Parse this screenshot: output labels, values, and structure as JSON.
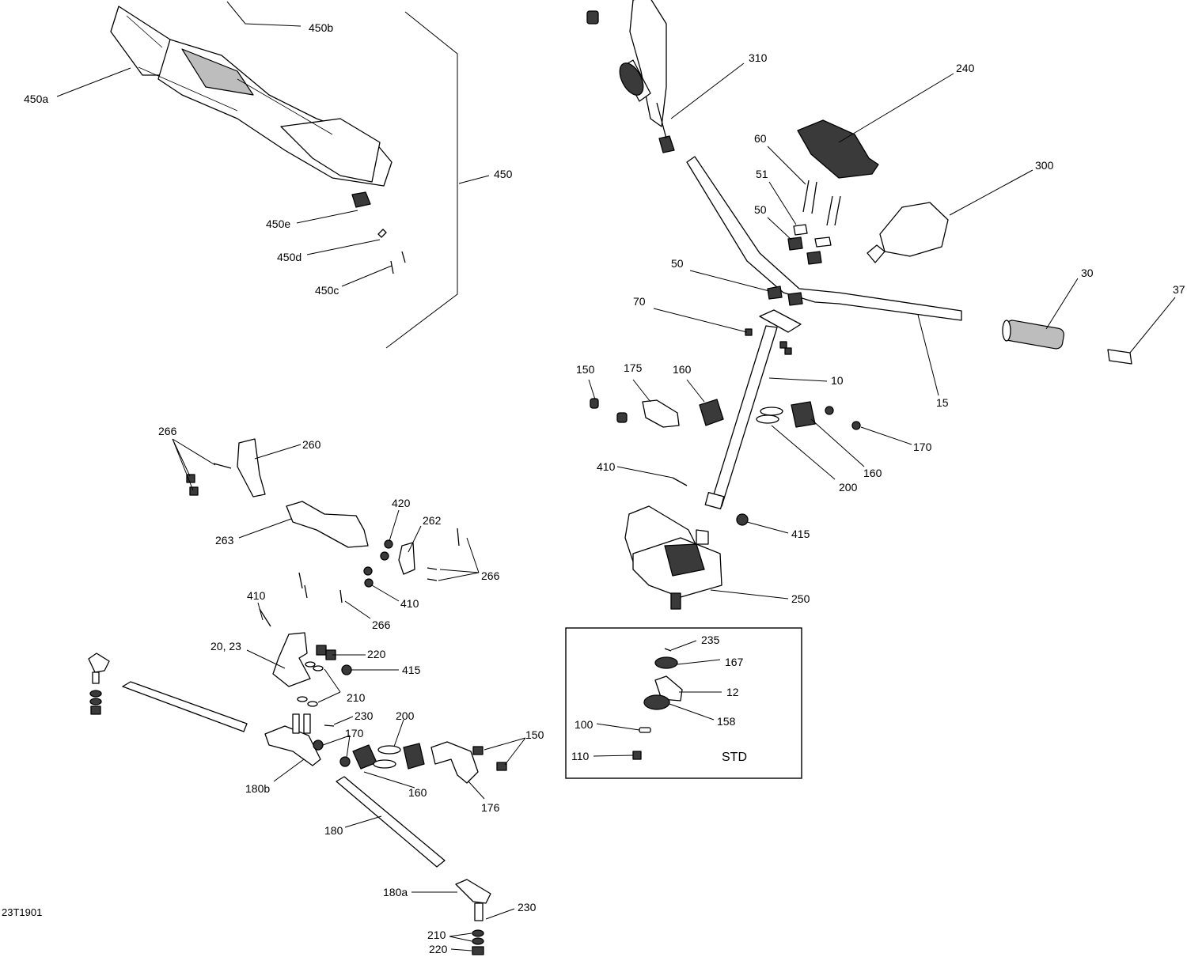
{
  "drawing_number": "23T1901",
  "callouts": {
    "c450b": "450b",
    "c450a": "450a",
    "c450": "450",
    "c450e": "450e",
    "c450d": "450d",
    "c450c": "450c",
    "c310": "310",
    "c240": "240",
    "c60": "60",
    "c51": "51",
    "c300": "300",
    "c50a": "50",
    "c50b": "50",
    "c30": "30",
    "c37": "37",
    "c70": "70",
    "c150a": "150",
    "c175": "175",
    "c160a": "160",
    "c10": "10",
    "c15": "15",
    "c170a": "170",
    "c160b": "160",
    "c200a": "200",
    "c410a": "410",
    "c415a": "415",
    "c250": "250",
    "c235": "235",
    "c167": "167",
    "c12": "12",
    "c158": "158",
    "c100": "100",
    "c110": "110",
    "c266a": "266",
    "c260": "260",
    "c420": "420",
    "c262": "262",
    "c263": "263",
    "c266b": "266",
    "c410b": "410",
    "c410c": "410",
    "c266c": "266",
    "c2023": "20, 23",
    "c220a": "220",
    "c415b": "415",
    "c210a": "210",
    "c230a": "230",
    "c200b": "200",
    "c170b": "170",
    "c150b": "150",
    "c180b": "180b",
    "c160c": "160",
    "c176": "176",
    "c180": "180",
    "c180a": "180a",
    "c230b": "230",
    "c210b": "210",
    "c220b": "220"
  },
  "inset": {
    "label": "STD"
  }
}
